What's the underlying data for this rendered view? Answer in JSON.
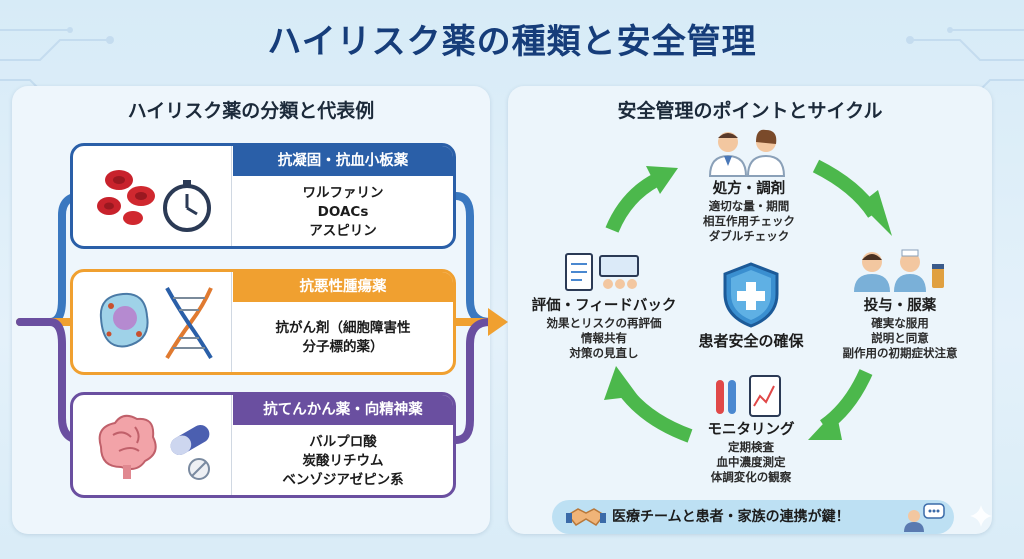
{
  "title": "ハイリスク薬の種類と安全管理",
  "left_panel": {
    "title": "ハイリスク薬の分類と代表例",
    "categories": [
      {
        "name": "抗凝固・抗血小板薬",
        "color": "#2a5fa8",
        "examples": [
          "ワルファリン",
          "DOACs",
          "アスピリン"
        ]
      },
      {
        "name": "抗悪性腫瘍薬",
        "color": "#f0a030",
        "examples": [
          "抗がん剤（細胞障害性",
          "分子標的薬）"
        ]
      },
      {
        "name": "抗てんかん薬・向精神薬",
        "color": "#6a4fa0",
        "examples": [
          "バルプロ酸",
          "炭酸リチウム",
          "ベンゾジアゼピン系"
        ]
      }
    ]
  },
  "right_panel": {
    "title": "安全管理のポイントとサイクル",
    "center": "患者安全の確保",
    "steps": [
      {
        "head": "処方・調剤",
        "lines": [
          "適切な量・期間",
          "相互作用チェック",
          "ダブルチェック"
        ]
      },
      {
        "head": "投与・服薬",
        "lines": [
          "確実な服用",
          "説明と同意",
          "副作用の初期症状注意"
        ]
      },
      {
        "head": "モニタリング",
        "lines": [
          "定期検査",
          "血中濃度測定",
          "体調変化の観察"
        ]
      },
      {
        "head": "評価・フィードバック",
        "lines": [
          "効果とリスクの再評価",
          "情報共有",
          "対策の見直し"
        ]
      }
    ],
    "banner": "医療チームと患者・家族の連携が鍵！"
  },
  "colors": {
    "title": "#163d7a",
    "arrow_green": "#4cb84c",
    "flow_blue": "#3a78c0",
    "flow_orange": "#f0a030",
    "flow_purple": "#6a4fa0"
  }
}
